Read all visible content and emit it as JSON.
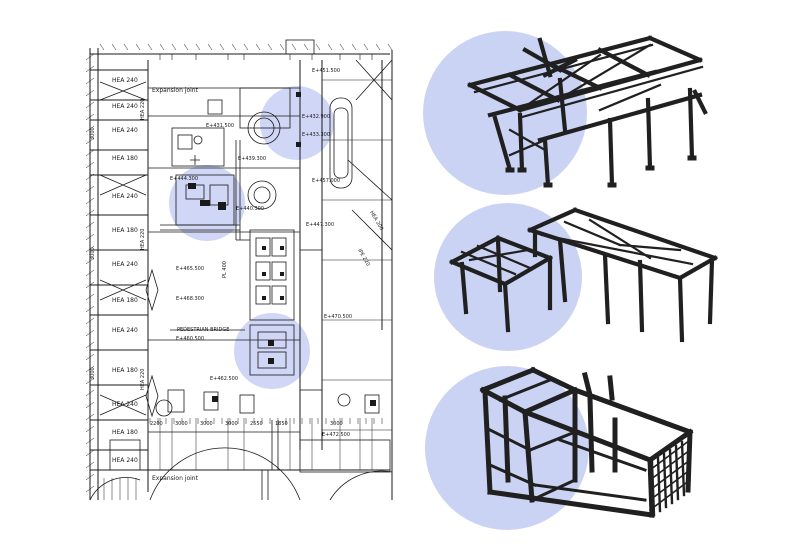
{
  "plan": {
    "labels": {
      "expansion_joint": "Expansion joint",
      "hea_240": "HEA 240",
      "hea_180": "HEA 180",
      "hea_220": "HEA 220",
      "hea_200": "HEA 200",
      "ipe_220": "IPE 220",
      "pedestrian_bridge": "PEDESTRIAN BRIDGE",
      "pl_400": "PL 400",
      "dim_3000": "3000",
      "dim_2200": "2200",
      "dim_2550": "2550",
      "dim_1850": "1850",
      "elev_1": "E+431.500",
      "elev_2": "E+432.900",
      "elev_3": "E+433.300",
      "elev_4": "E+465.500",
      "elev_5": "E+468.300",
      "elev_6": "E+470.500",
      "elev_7": "E+472.500",
      "elev_8": "E+460.500",
      "elev_9": "E+462.500",
      "elev_10": "E+444.300",
      "elev_11": "E+440.300",
      "elev_12": "E+451.500",
      "elev_13": "E+457.000",
      "elev_14": "E+447.300",
      "elev_15": "E+439.300"
    }
  },
  "theme": {
    "ink": "#1a1a1a",
    "highlight": "#a9b5ec",
    "structure": "#202020"
  }
}
